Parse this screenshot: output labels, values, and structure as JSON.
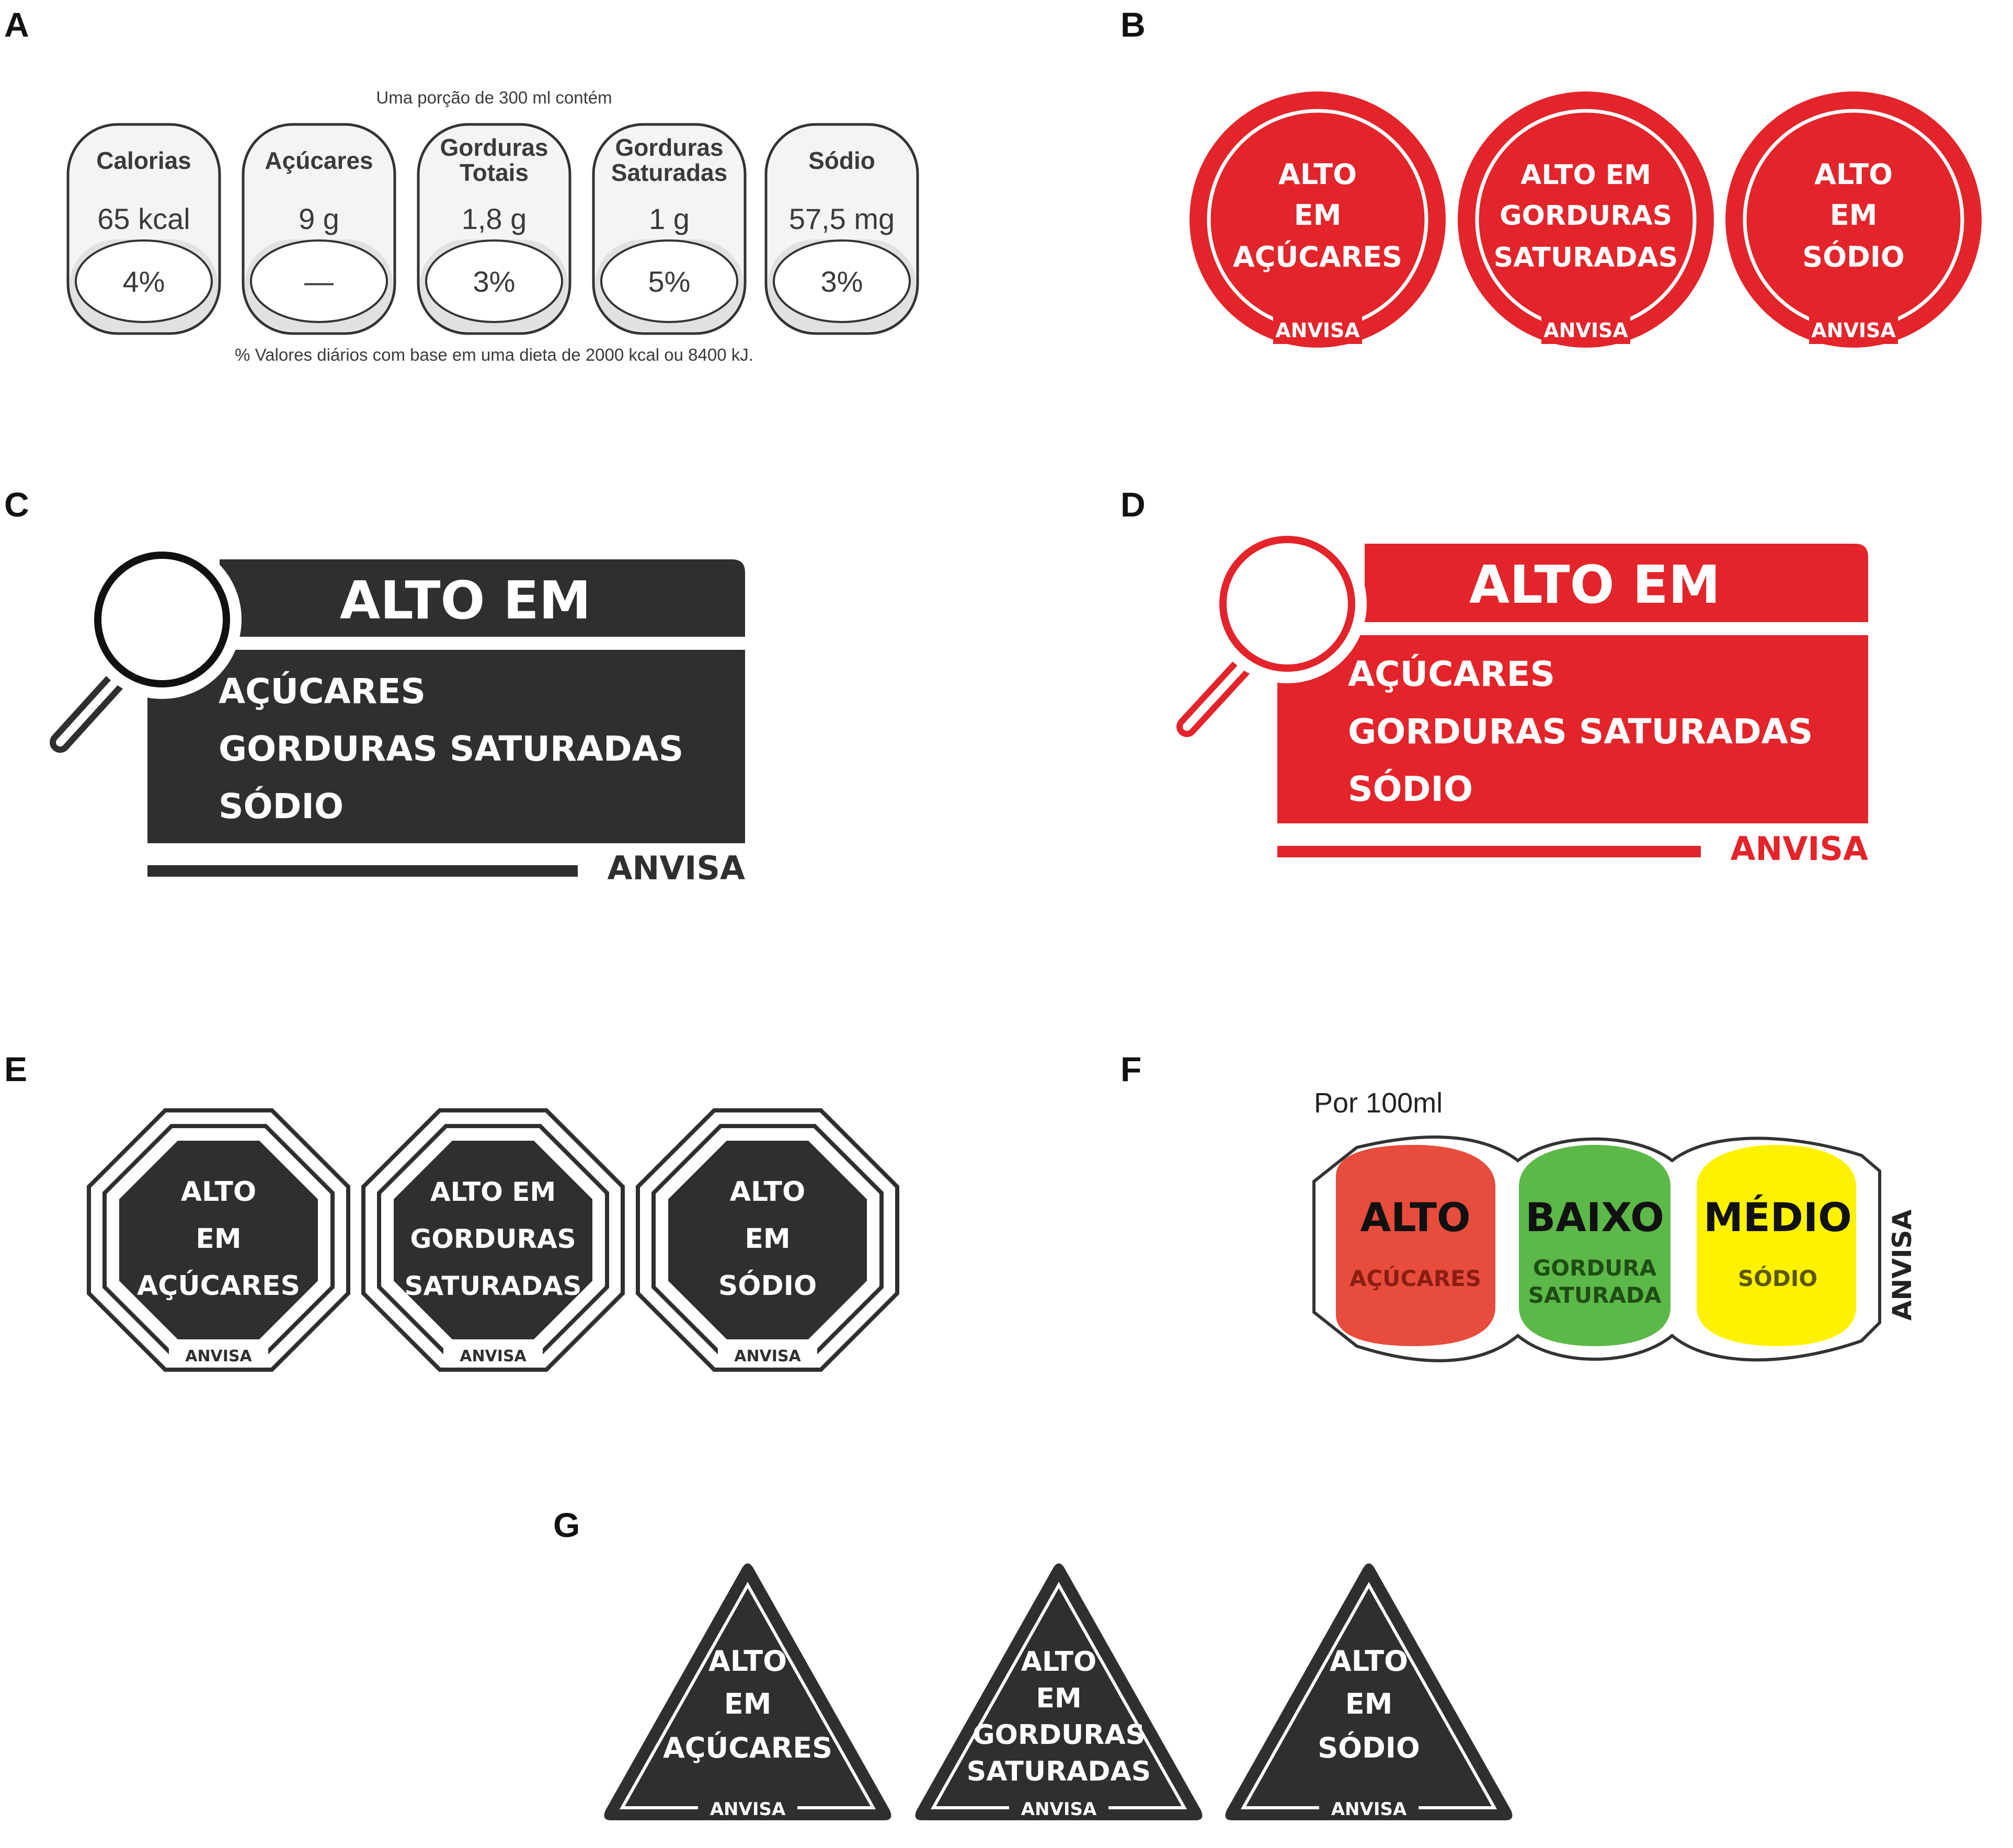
{
  "colors": {
    "red": "#e3242b",
    "dark": "#2f2f2f",
    "orange_red": "#e84c3d",
    "green": "#5cb848",
    "yellow": "#fff200",
    "cylinder_gray": "#e6e6e6"
  },
  "icons": {
    "magnifier": "magnifier-icon"
  },
  "panels": {
    "A": {
      "letter": "A",
      "portion": "Uma porção de 300 ml contém",
      "items": [
        {
          "name_l1": "Calorias",
          "name_l2": "",
          "amount": "65 kcal",
          "dv": "4%"
        },
        {
          "name_l1": "Açúcares",
          "name_l2": "",
          "amount": "9 g",
          "dv": "—"
        },
        {
          "name_l1": "Gorduras",
          "name_l2": "Totais",
          "amount": "1,8 g",
          "dv": "3%"
        },
        {
          "name_l1": "Gorduras",
          "name_l2": "Saturadas",
          "amount": "1 g",
          "dv": "5%"
        },
        {
          "name_l1": "Sódio",
          "name_l2": "",
          "amount": "57,5 mg",
          "dv": "3%"
        }
      ],
      "footnote": "% Valores diários com base em uma dieta de 2000 kcal ou 8400 kJ."
    },
    "B": {
      "letter": "B",
      "seals": [
        {
          "l1": "ALTO",
          "l2": "EM",
          "l3": "AÇÚCARES",
          "brand": "ANVISA"
        },
        {
          "l1": "ALTO EM",
          "l2": "GORDURAS",
          "l3": "SATURADAS",
          "brand": "ANVISA"
        },
        {
          "l1": "ALTO",
          "l2": "EM",
          "l3": "SÓDIO",
          "brand": "ANVISA"
        }
      ]
    },
    "C": {
      "letter": "C",
      "header": "ALTO EM",
      "items": [
        "AÇÚCARES",
        "GORDURAS SATURADAS",
        "SÓDIO"
      ],
      "brand": "ANVISA"
    },
    "D": {
      "letter": "D",
      "header": "ALTO EM",
      "items": [
        "AÇÚCARES",
        "GORDURAS SATURADAS",
        "SÓDIO"
      ],
      "brand": "ANVISA"
    },
    "E": {
      "letter": "E",
      "seals": [
        {
          "l1": "ALTO",
          "l2": "EM",
          "l3": "AÇÚCARES",
          "brand": "ANVISA"
        },
        {
          "l1": "ALTO EM",
          "l2": "GORDURAS",
          "l3": "SATURADAS",
          "brand": "ANVISA"
        },
        {
          "l1": "ALTO",
          "l2": "EM",
          "l3": "SÓDIO",
          "brand": "ANVISA"
        }
      ]
    },
    "F": {
      "letter": "F",
      "per": "Por 100ml",
      "lights": [
        {
          "level": "ALTO",
          "l1": "AÇÚCARES",
          "l2": ""
        },
        {
          "level": "BAIXO",
          "l1": "GORDURA",
          "l2": "SATURADA"
        },
        {
          "level": "MÉDIO",
          "l1": "SÓDIO",
          "l2": ""
        }
      ],
      "brand": "ANVISA"
    },
    "G": {
      "letter": "G",
      "seals": [
        {
          "l1": "ALTO",
          "l2": "EM",
          "l3": "AÇÚCARES",
          "l4": "",
          "brand": "ANVISA"
        },
        {
          "l1": "ALTO",
          "l2": "EM",
          "l3": "GORDURAS",
          "l4": "SATURADAS",
          "brand": "ANVISA"
        },
        {
          "l1": "ALTO",
          "l2": "EM",
          "l3": "SÓDIO",
          "l4": "",
          "brand": "ANVISA"
        }
      ]
    }
  }
}
